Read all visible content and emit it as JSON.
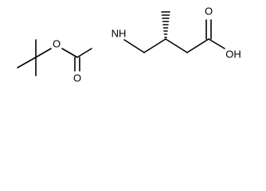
{
  "molecule": {
    "atoms": {
      "ester_oxygen": "O",
      "carbonyl_oxygen_boc": "O",
      "amine": "NH",
      "carbonyl_oxygen_acid": "O",
      "hydroxyl": "OH"
    },
    "stereo_bond": "hashed-wedge"
  }
}
